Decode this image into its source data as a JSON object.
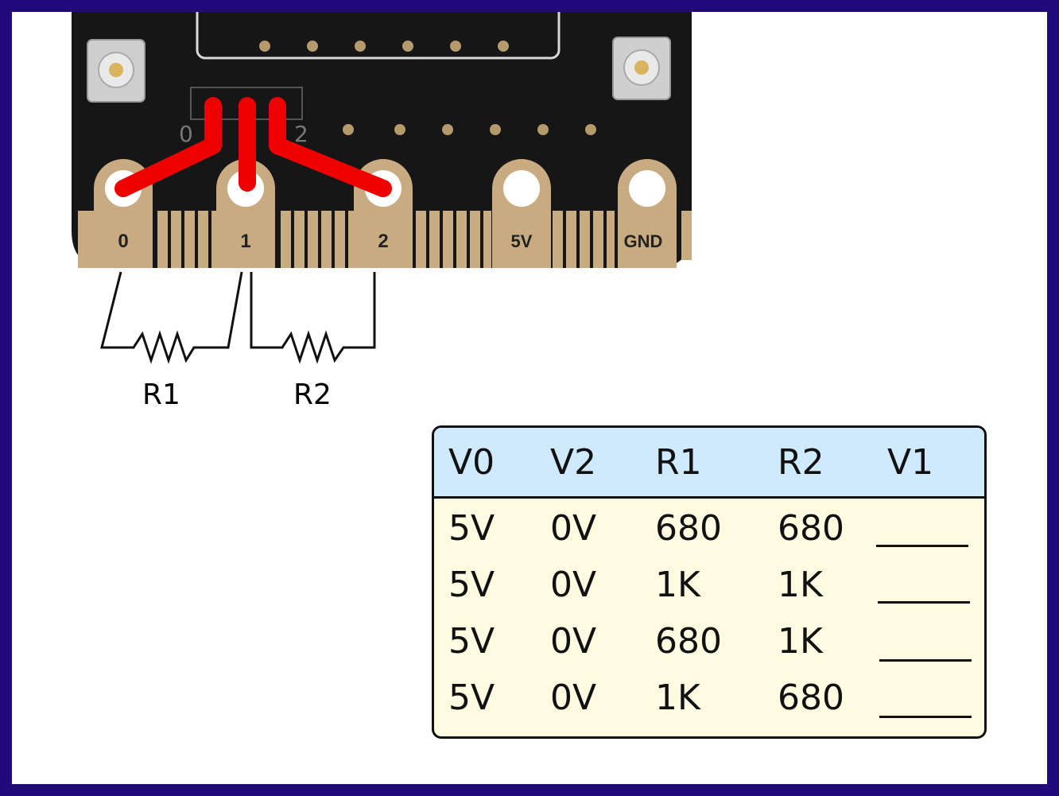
{
  "board": {
    "pins": [
      "0",
      "1",
      "2",
      "5V",
      "GND"
    ],
    "silk_left": "0",
    "silk_right": "2"
  },
  "resistors": {
    "r1_label": "R1",
    "r2_label": "R2"
  },
  "table": {
    "headers": [
      "V0",
      "V2",
      "R1",
      "R2",
      "V1"
    ],
    "rows": [
      [
        "5V",
        "0V",
        "680",
        "680"
      ],
      [
        "5V",
        "0V",
        "1K",
        "1K"
      ],
      [
        "5V",
        "0V",
        "680",
        "1K"
      ],
      [
        "5V",
        "0V",
        "1K",
        "680"
      ]
    ]
  },
  "colors": {
    "frame": "#1f0a7a",
    "board": "#161616",
    "gold": "#c9ab81",
    "wire": "#ee0000",
    "header_bg": "#cfeafc",
    "body_bg": "#fffbe0"
  }
}
